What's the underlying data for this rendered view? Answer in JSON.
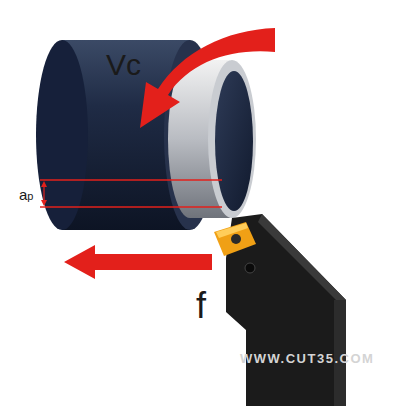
{
  "diagram": {
    "labels": [
      "Vc",
      "ap",
      "f",
      "WWW.CUT35.COM"
    ]
  }
}
